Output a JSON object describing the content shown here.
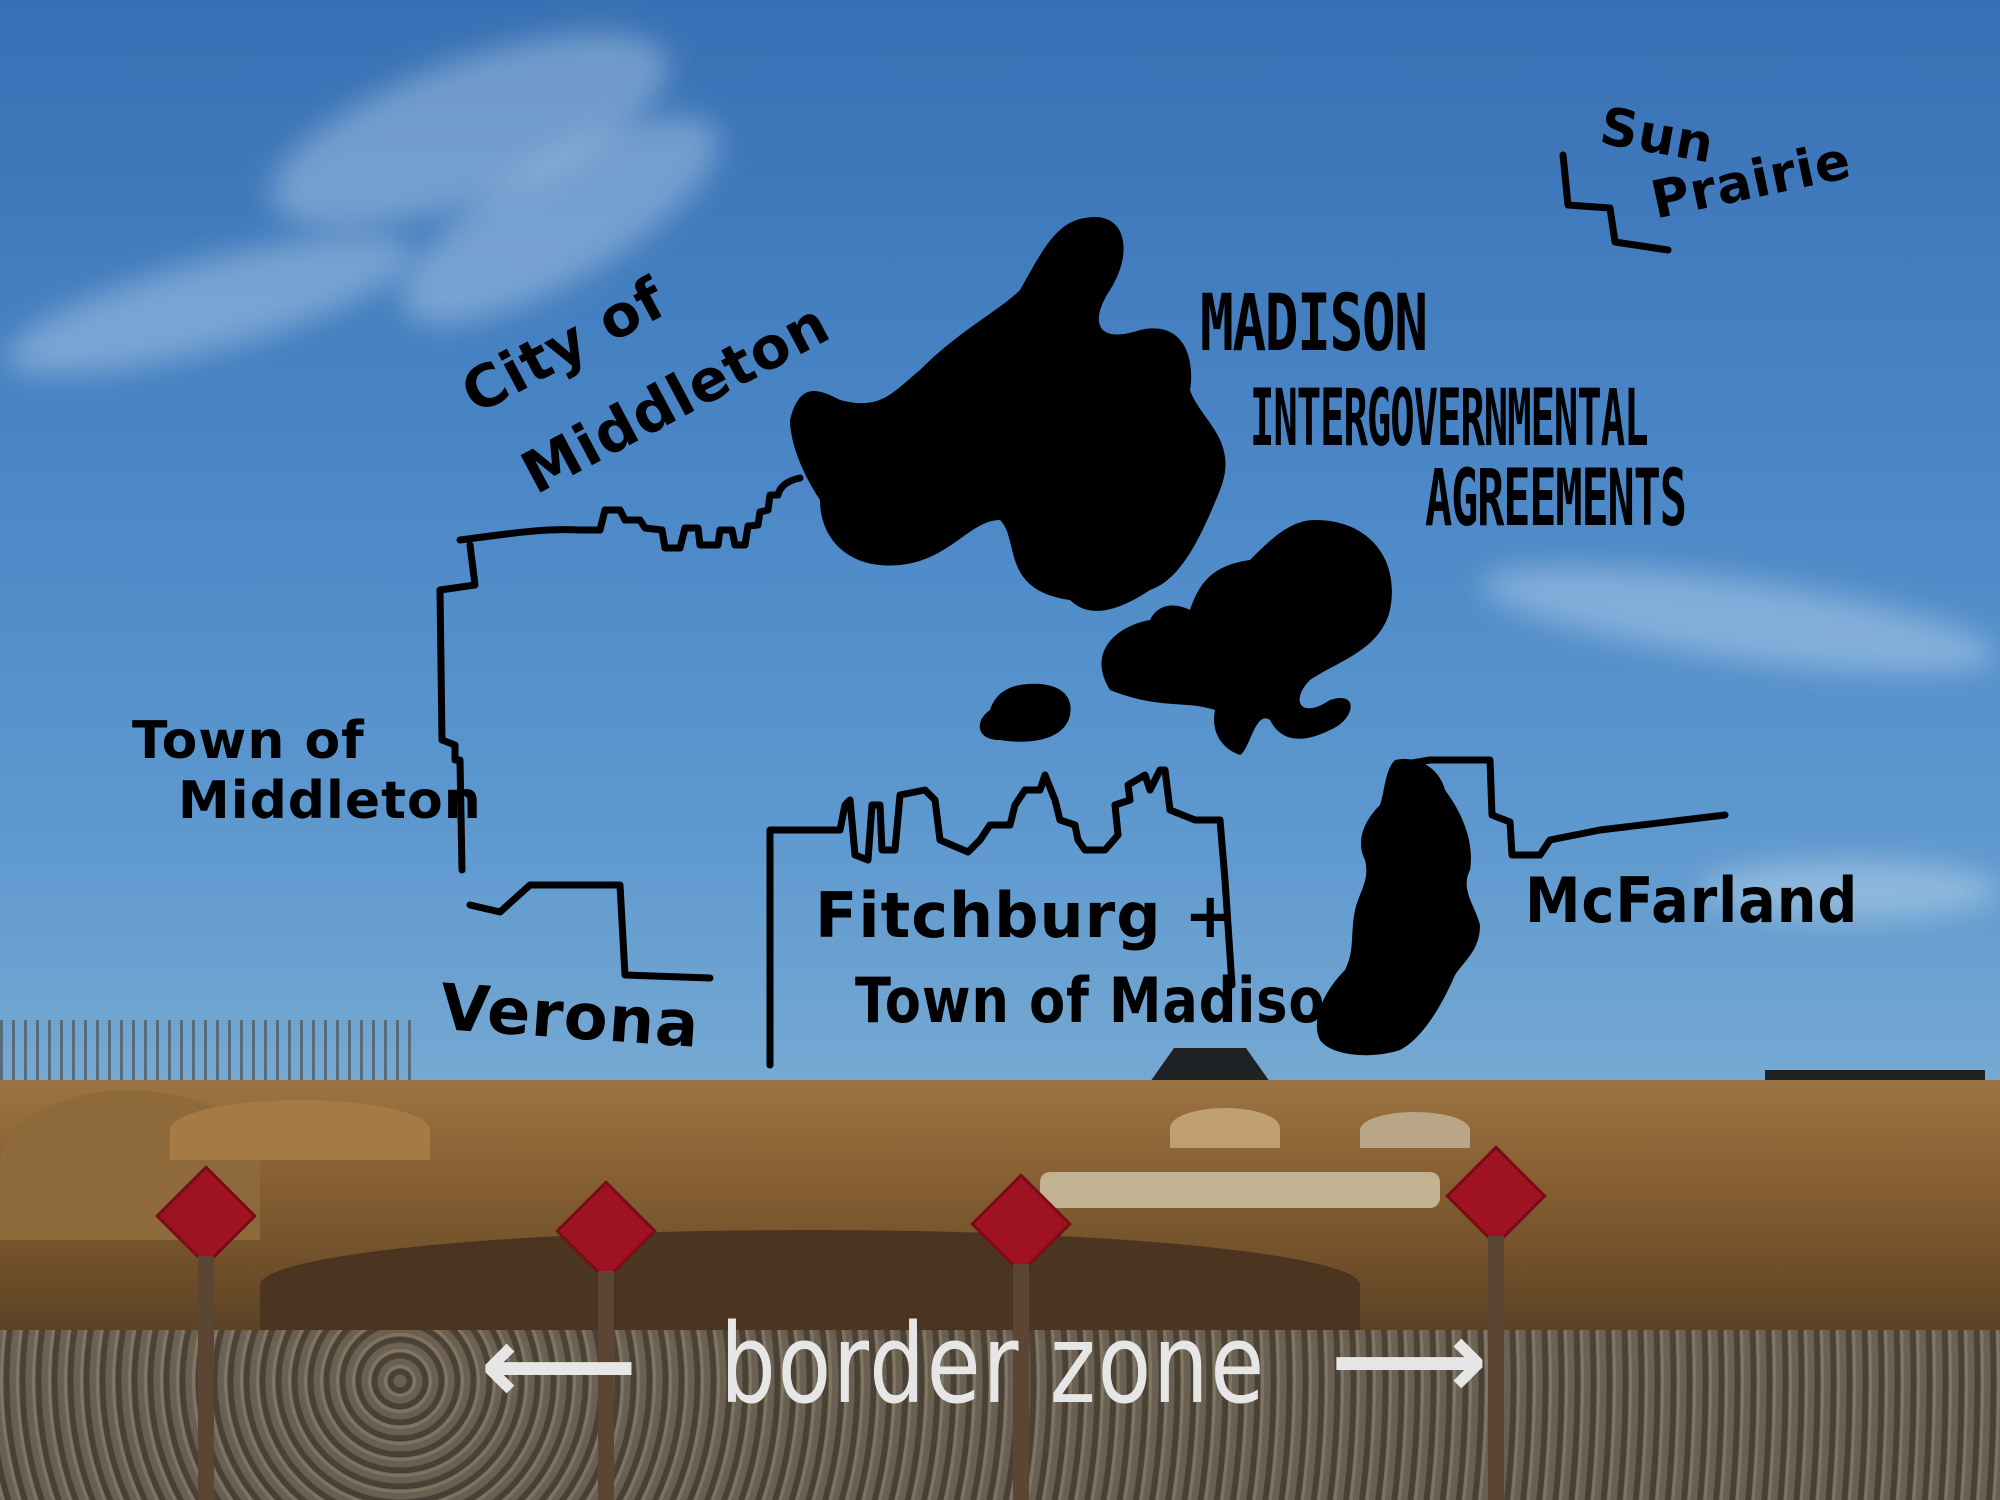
{
  "scene": {
    "description": "Photo of a suburban construction site under blue sky with hand-drawn map of Madison-area lakes and municipal borders overlaid",
    "colors": {
      "sky_top": "#3770b4",
      "sky_horizon": "#9fc0d6",
      "ink": "#000000",
      "caption_white": "#e6e6e6",
      "sign_red": "#9e1222",
      "dirt": "#8a6334"
    }
  },
  "map_labels": {
    "sun_prairie": [
      "Sun",
      "Prairie"
    ],
    "madison_title": "MADISON",
    "madison_subtitle_1": "INTERGOVERNMENTAL",
    "madison_subtitle_2": "AGREEMENTS",
    "city_of_middleton": [
      "City of",
      "Middleton"
    ],
    "town_of_middleton": [
      "Town of",
      "Middleton"
    ],
    "verona": "Verona",
    "fitchburg": [
      "Fitchburg +",
      "Town of Madison"
    ],
    "mcfarland": "McFarland"
  },
  "caption": {
    "text": "border zone",
    "left_arrow": "⟵",
    "right_arrow": "⟶"
  },
  "lakes": [
    "lake-mendota",
    "lake-monona",
    "lake-wingra",
    "lake-waubesa"
  ],
  "signs_count": 4
}
